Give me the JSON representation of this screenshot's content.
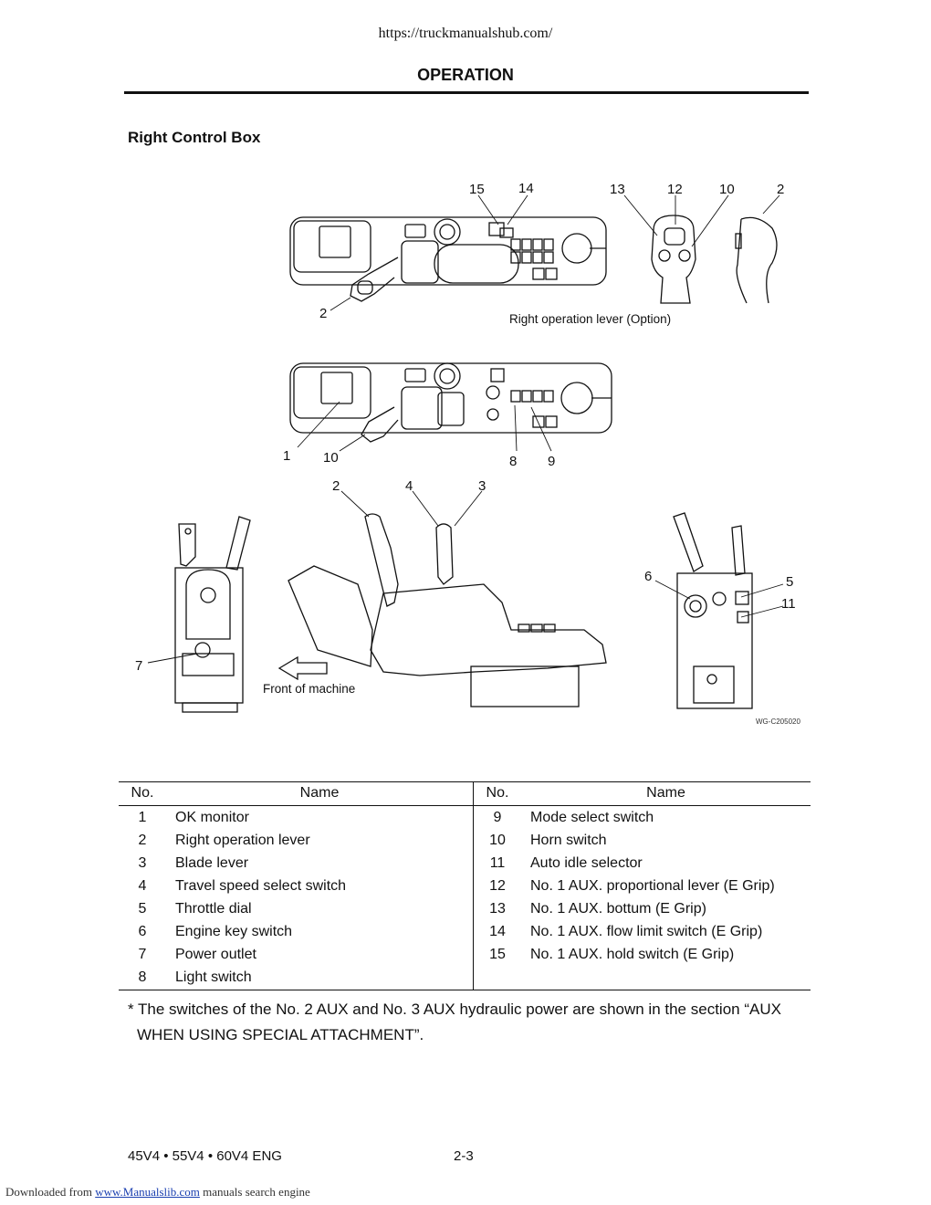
{
  "page": {
    "url": "https://truckmanualshub.com/",
    "section": "OPERATION",
    "subtitle": "Right Control Box"
  },
  "figure": {
    "callouts": [
      "15",
      "14",
      "13",
      "12",
      "10",
      "2",
      "2",
      "1",
      "10",
      "8",
      "9",
      "2",
      "4",
      "3",
      "6",
      "5",
      "11",
      "7"
    ],
    "caption_option": "Right operation lever (Option)",
    "front_label": "Front of machine",
    "figure_code": "WG-C205020"
  },
  "table": {
    "headers": {
      "no": "No.",
      "name": "Name"
    },
    "left": [
      {
        "no": "1",
        "name": "OK monitor"
      },
      {
        "no": "2",
        "name": "Right operation lever"
      },
      {
        "no": "3",
        "name": "Blade lever"
      },
      {
        "no": "4",
        "name": "Travel speed select switch"
      },
      {
        "no": "5",
        "name": "Throttle dial"
      },
      {
        "no": "6",
        "name": "Engine key switch"
      },
      {
        "no": "7",
        "name": "Power outlet"
      },
      {
        "no": "8",
        "name": "Light switch"
      }
    ],
    "right": [
      {
        "no": "9",
        "name": "Mode select switch"
      },
      {
        "no": "10",
        "name": "Horn switch"
      },
      {
        "no": "11",
        "name": "Auto idle selector"
      },
      {
        "no": "12",
        "name": "No. 1 AUX. proportional lever (E Grip)"
      },
      {
        "no": "13",
        "name": "No. 1 AUX. bottum (E Grip)"
      },
      {
        "no": "14",
        "name": "No. 1 AUX. flow limit switch (E Grip)"
      },
      {
        "no": "15",
        "name": "No. 1 AUX. hold switch (E Grip)"
      },
      {
        "no": "",
        "name": ""
      }
    ]
  },
  "note": {
    "line1": "* The switches of the No. 2 AUX and No. 3 AUX hydraulic power are shown in the section “AUX",
    "line2": "WHEN USING SPECIAL ATTACHMENT”."
  },
  "footer": {
    "model": "45V4 • 55V4 • 60V4 ENG",
    "page": "2-3",
    "download_prefix": "Downloaded from",
    "download_link": "www.Manualslib.com",
    "download_suffix": "manuals search engine"
  }
}
